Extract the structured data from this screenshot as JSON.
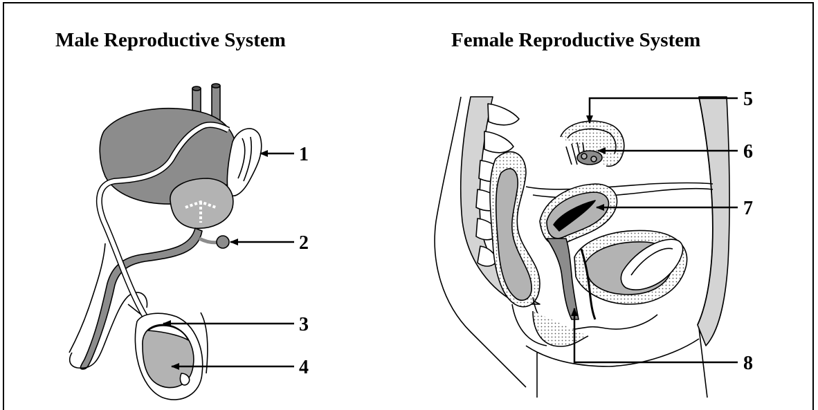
{
  "titles": {
    "male": "Male Reproductive System",
    "female": "Female Reproductive System"
  },
  "labels": [
    "1",
    "2",
    "3",
    "4",
    "5",
    "6",
    "7",
    "8"
  ],
  "colors": {
    "dark_gray": "#8c8c8c",
    "mid_gray": "#b3b3b3",
    "light_gray": "#d4d4d4",
    "line": "#000000"
  }
}
